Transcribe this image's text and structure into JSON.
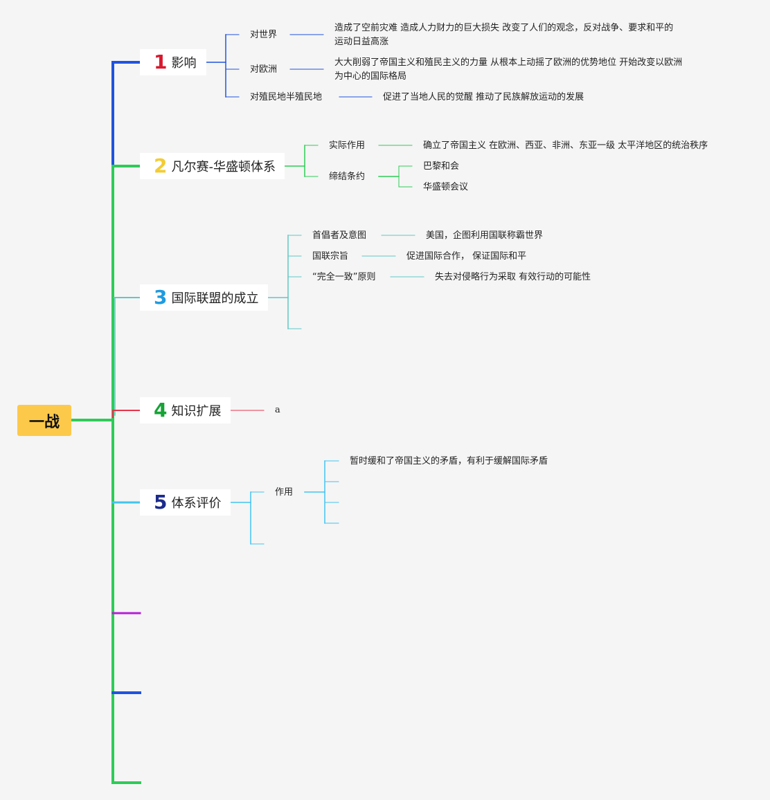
{
  "root": {
    "label": "一战"
  },
  "branches": [
    {
      "num": "1",
      "label": "影响",
      "color": "#1f53e0",
      "numColor": "#d8192e",
      "children": [
        {
          "label": "对世界",
          "detail": "造成了空前灾难 造成人力财力的巨大损失 改变了人们的观念，反对战争、要求和平的 运动日益高涨"
        },
        {
          "label": "对欧洲",
          "detail": "大大削弱了帝国主义和殖民主义的力量 从根本上动摇了欧洲的优势地位 开始改变以欧洲为中心的国际格局"
        },
        {
          "label": "对殖民地半殖民地",
          "detail": "促进了当地人民的觉醒 推动了民族解放运动的发展"
        }
      ]
    },
    {
      "num": "2",
      "label": "凡尔赛-华盛顿体系",
      "color": "#2ecb57",
      "numColor": "#f3cc34",
      "children": [
        {
          "label": "实际作用",
          "detail": "确立了帝国主义 在欧洲、西亚、非洲、东亚一级 太平洋地区的统治秩序"
        },
        {
          "label": "缔结条约",
          "sub": [
            "巴黎和会",
            "华盛顿会议"
          ]
        }
      ]
    },
    {
      "num": "3",
      "label": "国际联盟的成立",
      "color": "#5ec8c6",
      "numColor": "#1f9be0",
      "children": [
        {
          "label": "首倡者及意图",
          "detail": "美国，企图利用国联称霸世界"
        },
        {
          "label": "国联宗旨",
          "detail": "促进国际合作， 保证国际和平"
        },
        {
          "label": "“完全一致”原则",
          "detail": "失去对侵略行为采取 有效行动的可能性"
        }
      ]
    },
    {
      "num": "4",
      "label": "知识扩展",
      "color": "#e8334a",
      "numColor": "#16a336",
      "children": [
        {
          "label": "a"
        }
      ]
    },
    {
      "num": "5",
      "label": "体系评价",
      "color": "#41c3f0",
      "numColor": "#1c2c8c",
      "children": [
        {
          "label": "作用",
          "sub": [
            "暂时缓和了帝国主义的矛盾，有利于缓解国际矛盾"
          ]
        }
      ]
    }
  ],
  "extraStubColors": [
    "#b51fd6",
    "#1f53e0",
    "#2ecb57"
  ]
}
